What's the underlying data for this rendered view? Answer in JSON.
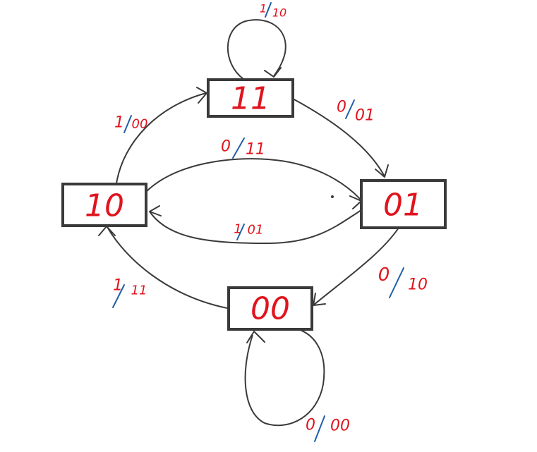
{
  "states": {
    "s11": {
      "label": "11"
    },
    "s10": {
      "label": "10"
    },
    "s01": {
      "label": "01"
    },
    "s00": {
      "label": "00"
    }
  },
  "transitions": {
    "t11_self": {
      "input": "1",
      "output": "10"
    },
    "t11_01": {
      "input": "0",
      "output": "01"
    },
    "t10_11": {
      "input": "1",
      "output": "00"
    },
    "t10_01": {
      "input": "0",
      "output": "11"
    },
    "t01_10": {
      "input": "1",
      "output": "01"
    },
    "t01_00": {
      "input": "0",
      "output": "10"
    },
    "t00_10": {
      "input": "1",
      "output": "11"
    },
    "t00_self": {
      "input": "0",
      "output": "00"
    }
  },
  "colors": {
    "state_text": "#e0141e",
    "slash": "#1f5fa8",
    "lines": "#3a3a3a"
  }
}
